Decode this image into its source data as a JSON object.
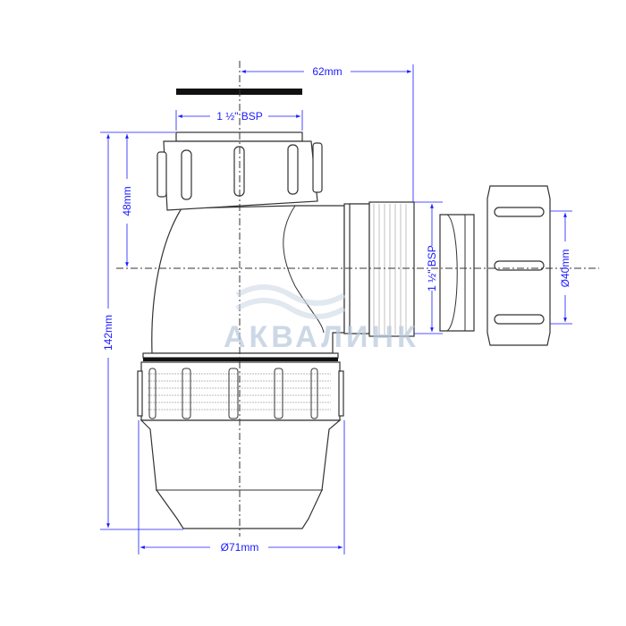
{
  "drawing": {
    "watermark": "АКВАЛИНК",
    "dimensions": {
      "offset": "62mm",
      "top_thread": "1 ½\" BSP",
      "side_thread": "1 ½\" BSP",
      "outlet_diameter": "Ø40mm",
      "upper_height": "48mm",
      "total_height": "142mm",
      "body_diameter": "Ø71mm"
    },
    "colors": {
      "dimension": "#1a1aff",
      "outline": "#333333"
    }
  }
}
